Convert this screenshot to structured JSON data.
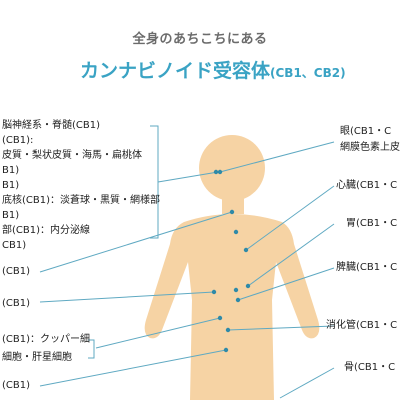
{
  "header": {
    "subtitle": "全身のあちこちにある",
    "title": "カンナビノイド受容体",
    "title_paren": "(CB1、CB2)"
  },
  "left_labels": [
    "脳神経系・脊髄(CB1)",
    "(CB1):",
    "皮質・梨状皮質・海馬・扁桃体",
    "B1)",
    "B1)",
    "底核(CB1)：淡蒼球・黒質・網様部",
    "B1)",
    "部(CB1)：内分泌線",
    "CB1)",
    "(CB1)",
    "(CB1)",
    "(CB1)：クッパー細",
    "細胞・肝星細胞",
    "(CB1)"
  ],
  "right_labels": [
    "眼(CB1・C",
    "網膜色素上皮",
    "心臓(CB1・C",
    "胃(CB1・C",
    "脾臓(CB1・C",
    "消化管(CB1・C",
    "骨(CB1・C"
  ],
  "colors": {
    "title": "#3aa3c4",
    "subtitle": "#6b6b6b",
    "body_fill": "#f6d3a4",
    "leader_line": "#5fa9c2",
    "dot": "#2f8aa8"
  }
}
